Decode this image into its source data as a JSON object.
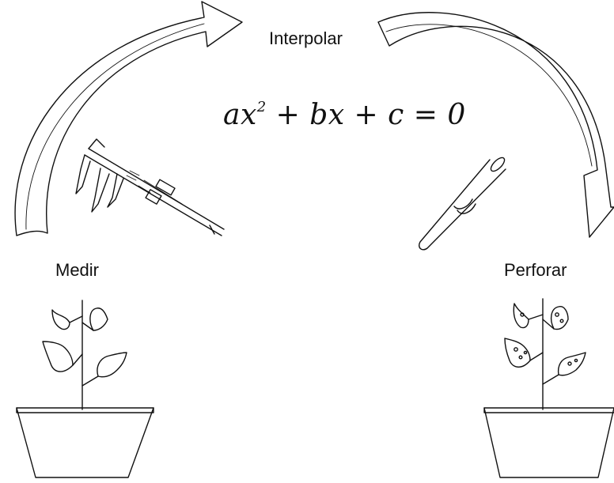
{
  "labels": {
    "interpolate": "Interpolar",
    "measure": "Medir",
    "drill": "Perforar"
  },
  "equation": {
    "base": "ax",
    "exponent": "2",
    "rest": " + bx + c = 0"
  },
  "colors": {
    "stroke": "#111111",
    "background": "#ffffff"
  },
  "icons": [
    "caliper-icon",
    "drill-tube-icon",
    "healthy-plant-icon",
    "damaged-plant-icon",
    "cycle-arrow-icon"
  ]
}
